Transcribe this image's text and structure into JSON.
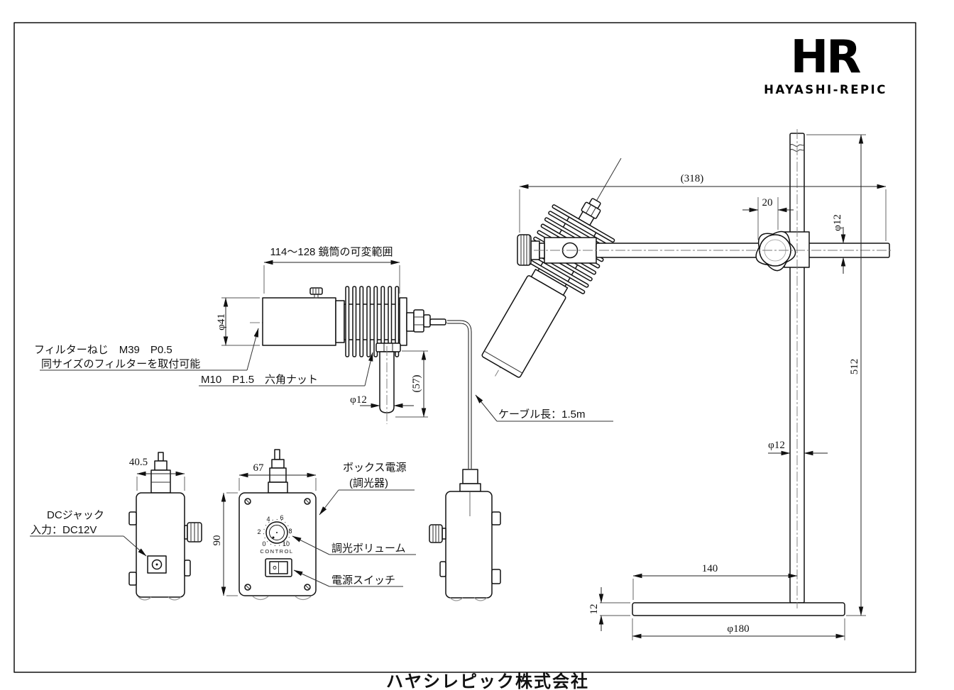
{
  "page": {
    "logo_mark": "HR",
    "logo_name": "HAYASHI-REPIC",
    "company": "ハヤシレピック株式会社"
  },
  "labels": {
    "barrel_range": "114〜128 鏡筒の可変範囲",
    "filter_screw": "フィルターねじ　M39　P0.5",
    "filter_note": "同サイズのフィルターを取付可能",
    "hex_nut": "M10　P1.5　六角ナット",
    "cable_length": "ケーブル長：1.5m",
    "box_power": "ボックス電源",
    "box_power_sub": "(調光器)",
    "dc_jack": "DCジャック",
    "dc_input": "入力：DC12V",
    "dimmer_knob": "調光ボリューム",
    "power_switch": "電源スイッチ",
    "control": "CONTROL"
  },
  "dims": {
    "arm_total": "(318)",
    "arm_offset": "20",
    "arm_dia": "φ12",
    "pole_height": "512",
    "pole_dia": "φ12",
    "base_reach": "140",
    "base_thickness": "12",
    "base_dia": "φ180",
    "lamp_dia": "φ41",
    "rod_dia": "φ12",
    "rod_len": "(57)",
    "box_depth": "40.5",
    "box_width": "67",
    "box_height": "90"
  },
  "knob_scale": [
    "0",
    "2",
    "4",
    "6",
    "8",
    "10"
  ]
}
